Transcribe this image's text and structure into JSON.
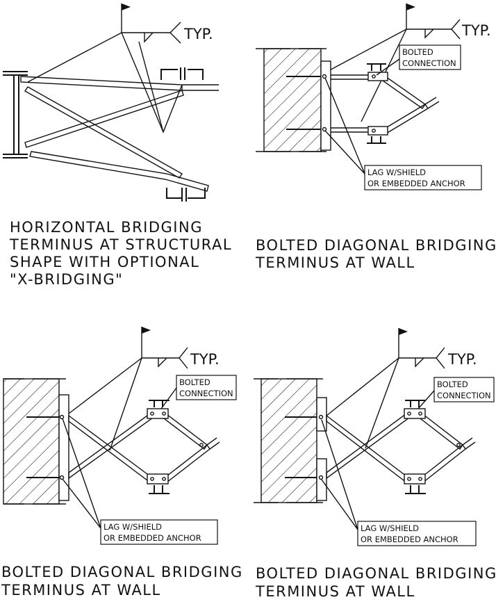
{
  "details": [
    {
      "typ_label": "TYP.",
      "caption": [
        "HORIZONTAL BRIDGING",
        "TERMINUS AT STRUCTURAL",
        "SHAPE WITH OPTIONAL",
        "\"X-BRIDGING\""
      ]
    },
    {
      "typ_label": "TYP.",
      "callout_top": [
        "BOLTED",
        "CONNECTION"
      ],
      "callout_bottom": [
        "LAG W/SHIELD",
        "OR EMBEDDED ANCHOR"
      ],
      "caption": [
        "BOLTED DIAGONAL BRIDGING",
        "TERMINUS AT WALL"
      ]
    },
    {
      "typ_label": "TYP.",
      "callout_top": [
        "BOLTED",
        "CONNECTION"
      ],
      "callout_bottom": [
        "LAG W/SHIELD",
        "OR EMBEDDED ANCHOR"
      ],
      "caption": [
        "BOLTED DIAGONAL BRIDGING",
        "TERMINUS AT WALL"
      ]
    },
    {
      "typ_label": "TYP.",
      "callout_top": [
        "BOLTED",
        "CONNECTION"
      ],
      "callout_bottom": [
        "LAG W/SHIELD",
        "OR EMBEDDED ANCHOR"
      ],
      "caption": [
        "BOLTED DIAGONAL BRIDGING",
        "TERMINUS AT WALL"
      ]
    }
  ]
}
